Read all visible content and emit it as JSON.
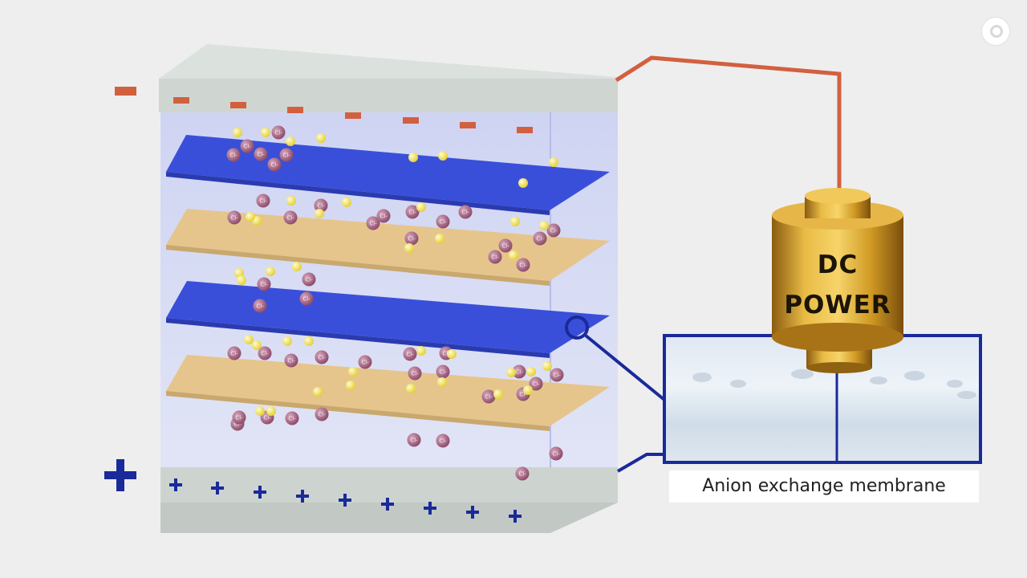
{
  "labels": {
    "cathode_sign": "−",
    "anode_sign": "+",
    "power_line1": "DC",
    "power_line2": "POWER",
    "membrane_callout": "Anion exchange membrane"
  },
  "colors": {
    "background": "#eeeeef",
    "negative_wire": "#d2603f",
    "positive_wire": "#1a2a9a",
    "anion_membrane": "#3247d8",
    "cation_membrane": "#e5c38a",
    "cathode_plate": "#c8cfcb",
    "chloride_ion": "#a8607f",
    "sodium_ion": "#efe24a",
    "power_gold": "#d19a24"
  },
  "icons": {
    "logo": "ring-logo-icon",
    "ion_label": "Cl-"
  }
}
